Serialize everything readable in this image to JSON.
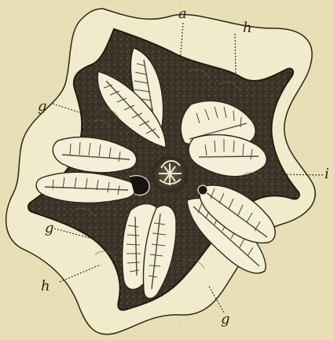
{
  "figure": {
    "subject": "",
    "labels": {
      "a": "a",
      "h_top": "h",
      "g_upper_left": "g",
      "i_right": "i",
      "g_lower_left": "g",
      "h_lower_left": "h",
      "g_bottom": "g"
    },
    "colors": {
      "paper": "#e8dfb6",
      "ink": "#2b2516",
      "body_dark": "#3a3327",
      "body_mid": "#5b513f",
      "organ_light": "#f4efd8",
      "outline": "#2b2516"
    }
  }
}
